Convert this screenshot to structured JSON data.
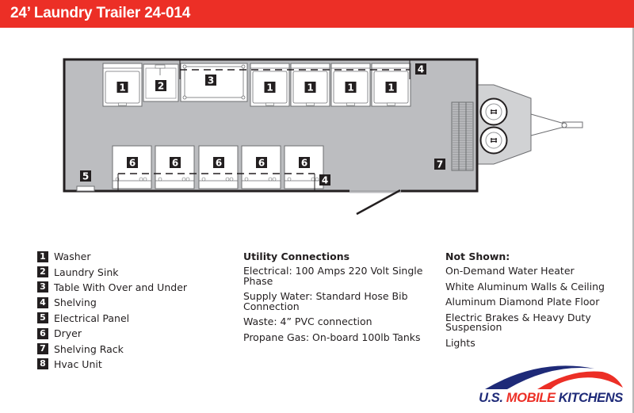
{
  "header": {
    "title": "24’ Laundry Trailer 24-014"
  },
  "colors": {
    "brand_red": "#ec2f26",
    "brand_navy": "#1e2a78",
    "floor": "#bcbdc0",
    "badge": "#231f20"
  },
  "floorplan": {
    "top_row": [
      {
        "id": "1",
        "type": "washer"
      },
      {
        "id": "2",
        "type": "sink"
      },
      {
        "id": "3",
        "type": "table"
      },
      {
        "id": "1",
        "type": "washer"
      },
      {
        "id": "1",
        "type": "washer"
      },
      {
        "id": "1",
        "type": "washer"
      },
      {
        "id": "1",
        "type": "washer"
      }
    ],
    "bottom_row": [
      {
        "id": "6",
        "type": "dryer"
      },
      {
        "id": "6",
        "type": "dryer"
      },
      {
        "id": "6",
        "type": "dryer"
      },
      {
        "id": "6",
        "type": "dryer"
      },
      {
        "id": "6",
        "type": "dryer"
      }
    ],
    "top_shelf_label": "4",
    "bottom_shelf_label": "4",
    "panel_label": "5",
    "rack_label": "7"
  },
  "legend": [
    {
      "num": "1",
      "label": "Washer"
    },
    {
      "num": "2",
      "label": "Laundry Sink"
    },
    {
      "num": "3",
      "label": "Table With Over and Under"
    },
    {
      "num": "4",
      "label": "Shelving"
    },
    {
      "num": "5",
      "label": "Electrical Panel"
    },
    {
      "num": "6",
      "label": "Dryer"
    },
    {
      "num": "7",
      "label": "Shelving Rack"
    },
    {
      "num": "8",
      "label": "Hvac Unit"
    }
  ],
  "utility": {
    "heading": "Utility Connections",
    "items": [
      "Electrical: 100 Amps 220 Volt Single Phase",
      "Supply Water: Standard Hose Bib Connection",
      "Waste: 4” PVC connection",
      "Propane Gas: On-board 100lb Tanks"
    ]
  },
  "not_shown": {
    "heading": "Not Shown:",
    "items": [
      "On-Demand Water Heater",
      "White Aluminum Walls & Ceiling",
      "Aluminum Diamond Plate Floor",
      "Electric Brakes & Heavy Duty Suspension",
      "Lights"
    ]
  },
  "logo": {
    "part1": "U.S. ",
    "part2": "MOBILE",
    "part3": " KITCHENS"
  }
}
